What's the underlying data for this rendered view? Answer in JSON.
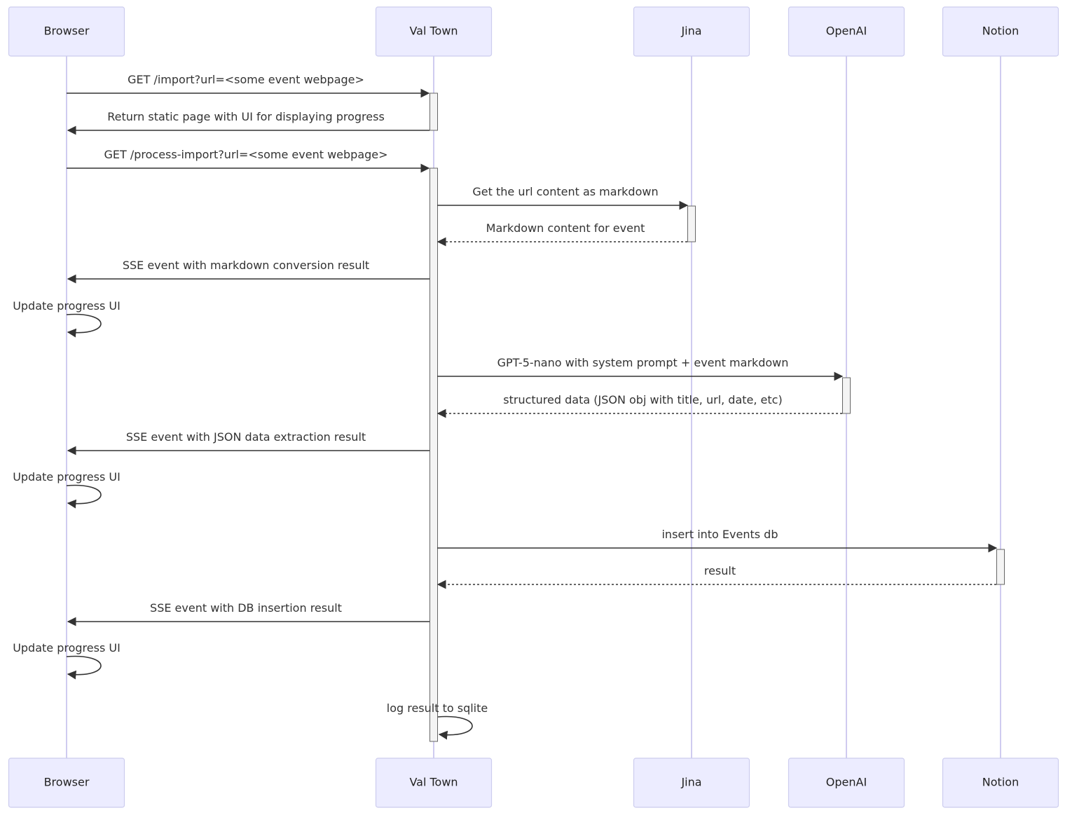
{
  "participants": [
    {
      "id": "browser",
      "label": "Browser"
    },
    {
      "id": "valtown",
      "label": "Val Town"
    },
    {
      "id": "jina",
      "label": "Jina"
    },
    {
      "id": "openai",
      "label": "OpenAI"
    },
    {
      "id": "notion",
      "label": "Notion"
    }
  ],
  "messages": [
    {
      "from": "browser",
      "to": "valtown",
      "text": "GET /import?url=<some event webpage>",
      "style": "solid"
    },
    {
      "from": "valtown",
      "to": "browser",
      "text": "Return static page with UI for displaying progress",
      "style": "solid"
    },
    {
      "from": "browser",
      "to": "valtown",
      "text": "GET /process-import?url=<some event webpage>",
      "style": "solid"
    },
    {
      "from": "valtown",
      "to": "jina",
      "text": "Get the url content as markdown",
      "style": "solid"
    },
    {
      "from": "jina",
      "to": "valtown",
      "text": "Markdown content for event",
      "style": "dashed"
    },
    {
      "from": "valtown",
      "to": "browser",
      "text": "SSE event with markdown conversion result",
      "style": "solid"
    },
    {
      "from": "browser",
      "to": "browser",
      "text": "Update progress UI",
      "style": "self"
    },
    {
      "from": "valtown",
      "to": "openai",
      "text": "GPT-5-nano with system prompt + event markdown",
      "style": "solid"
    },
    {
      "from": "openai",
      "to": "valtown",
      "text": "structured data (JSON obj with title, url, date, etc)",
      "style": "dashed"
    },
    {
      "from": "valtown",
      "to": "browser",
      "text": "SSE event with JSON data extraction result",
      "style": "solid"
    },
    {
      "from": "browser",
      "to": "browser",
      "text": "Update progress UI",
      "style": "self"
    },
    {
      "from": "valtown",
      "to": "notion",
      "text": "insert into Events db",
      "style": "solid"
    },
    {
      "from": "notion",
      "to": "valtown",
      "text": "result",
      "style": "dashed"
    },
    {
      "from": "valtown",
      "to": "browser",
      "text": "SSE event with DB insertion result",
      "style": "solid"
    },
    {
      "from": "browser",
      "to": "browser",
      "text": "Update progress UI",
      "style": "self"
    },
    {
      "from": "valtown",
      "to": "valtown",
      "text": "log result to sqlite",
      "style": "self"
    }
  ],
  "colors": {
    "actor_fill": "#ECECFF",
    "actor_stroke": "#CCCCEE",
    "lifeline": "#CFCBF0",
    "arrow": "#333333",
    "activation_fill": "#F4F4F4"
  }
}
